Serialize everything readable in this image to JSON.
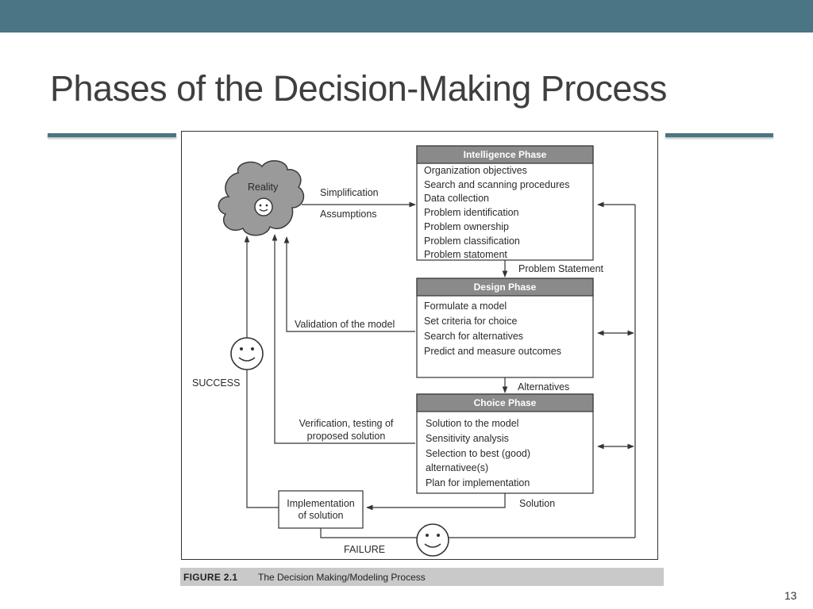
{
  "slide": {
    "title": "Phases of the Decision-Making Process",
    "page_number": "13"
  },
  "colors": {
    "topbar": "#4b7485",
    "phase_header": "#8a8a8a",
    "caption_bar": "#c9c9c9"
  },
  "diagram": {
    "reality_label": "Reality",
    "simplification_label": "Simplification",
    "assumptions_label": "Assumptions",
    "intelligence": {
      "header": "Intelligence Phase",
      "items": [
        "Organization objectives",
        "Search and scanning procedures",
        "Data collection",
        "Problem identification",
        "Problem ownership",
        "Problem classification",
        "Problem statoment"
      ]
    },
    "problem_statement_label": "Problem Statement",
    "design": {
      "header": "Design Phase",
      "items": [
        "Formulate a model",
        "Set criteria for choice",
        "Search for alternatives",
        "Predict and measure outcomes"
      ]
    },
    "alternatives_label": "Alternatives",
    "choice": {
      "header": "Choice Phase",
      "items": [
        "Solution to the model",
        "Sensitivity analysis",
        "Selection to best (good)",
        "alternativee(s)",
        "Plan for implementation"
      ]
    },
    "solution_label": "Solution",
    "validation_label": "Validation of the model",
    "verification_label": [
      "Verification, testing of",
      "proposed solution"
    ],
    "success_label": "SUCCESS",
    "implementation_label": [
      "Implementation",
      "of solution"
    ],
    "failure_label": "FAILURE"
  },
  "caption": {
    "figure_number": "FIGURE 2.1",
    "text": "The Decision Making/Modeling Process"
  }
}
